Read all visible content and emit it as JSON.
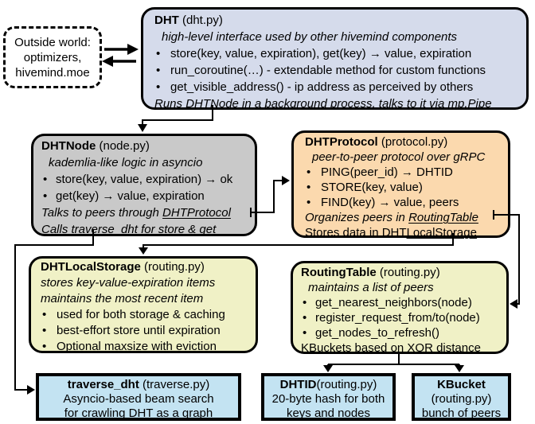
{
  "glyphs": {
    "bullet": "•"
  },
  "colors": {
    "dht_fill": "#d5dbeb",
    "node_fill": "#c9c9c9",
    "protocol_fill": "#fbd9ae",
    "storage_fill": "#f0f1c6",
    "routing_fill": "#f0f1c6",
    "leaf_fill": "#c3e3f2",
    "border": "#000000"
  },
  "outside_world": {
    "line1": "Outside world:",
    "line2": "optimizers,",
    "line3": "hivemind.moe"
  },
  "dht": {
    "title": "DHT",
    "file": " (dht.py)",
    "subtitle": "high-level interface used by other hivemind components",
    "bullets": [
      "store(key, value, expiration), get(key) →  value, expiration",
      "run_coroutine(…) - extendable method for custom functions",
      "get_visible_address() - ip address as perceived by others"
    ],
    "footer_pre": "Runs ",
    "footer_link": "DHTNode",
    "footer_post": " in a background process, talks to it via mp.Pipe"
  },
  "dhtnode": {
    "title": "DHTNode",
    "file": " (node.py)",
    "subtitle": "kademlia-like logic in asyncio",
    "bullets": [
      "store(key, value, expiration) → ok",
      "get(key) → value, expiration"
    ],
    "talks_pre": "Talks to peers through ",
    "talks_link": "DHTProtocol",
    "calls_pre": "Calls ",
    "calls_link": "traverse_dht",
    "calls_post": " for store & get"
  },
  "dhtprotocol": {
    "title": "DHTProtocol",
    "file": " (protocol.py)",
    "subtitle": "peer-to-peer protocol over gRPC",
    "bullets": [
      "PING(peer_id) → DHTID",
      "STORE(key, value)",
      "FIND(key)  →  value, peers"
    ],
    "organizes_pre": "Organizes peers in ",
    "organizes_link": "RoutingTable",
    "stores_pre": "Stores data in DHT",
    "stores_link": "LocalStorage"
  },
  "localstorage": {
    "title": "DHTLocalStorage",
    "file": " (routing.py)",
    "subtitle1": "stores key-value-expiration items",
    "subtitle2": "maintains the most recent item",
    "bullets": [
      "used for both storage & caching",
      "best-effort store until expiration",
      "Optional maxsize with eviction"
    ]
  },
  "routingtable": {
    "title": "RoutingTable",
    "file": " (routing.py)",
    "subtitle": "maintains a list of peers",
    "bullets": [
      "get_nearest_neighbors(node)",
      "register_request_from/to(node)",
      "get_nodes_to_refresh()"
    ],
    "footer": "KBuckets based on XOR distance"
  },
  "traverse": {
    "title": "traverse_dht",
    "file": " (traverse.py)",
    "line1": "Asyncio-based beam search",
    "line2": "for crawling DHT as a graph"
  },
  "dhtid": {
    "title": "DHTID",
    "file": "(routing.py)",
    "line1": "20-byte hash for both",
    "line2": "keys and nodes"
  },
  "kbucket": {
    "title": "KBucket",
    "file": "(routing.py)",
    "line1": "bunch of peers"
  }
}
